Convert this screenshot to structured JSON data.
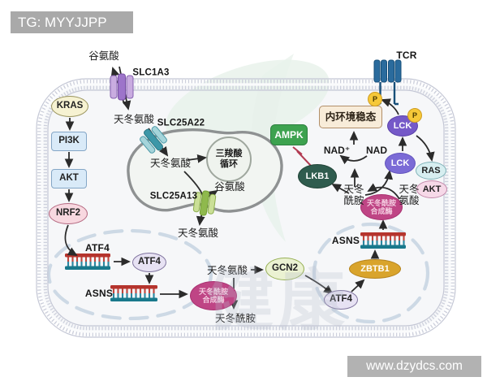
{
  "banner": {
    "tg": "TG: MYYJJPP"
  },
  "site": {
    "url": "www.dzydcs.com"
  },
  "watermark": {
    "center": "健康"
  },
  "molecules": {
    "glutamate_top": "谷氨酸",
    "slc1a3": "SLC1A3",
    "aspartate_in": "天冬氨酸",
    "slc25a22": "SLC25A22",
    "aspartate_mito": "天冬氨酸",
    "tca_l1": "三羧酸",
    "tca_l2": "循环",
    "glutamate_mito": "谷氨酸",
    "slc25a13": "SLC25A13",
    "aspartate_below": "天冬氨酸",
    "kras": "KRAS",
    "pi3k": "PI3K",
    "akt_left": "AKT",
    "nrf2": "NRF2",
    "atf4_gene": "ATF4",
    "atf4_left": "ATF4",
    "asns_left": "ASNS",
    "synthetase_l1": "天冬酰胺",
    "synthetase_l2": "合成酶",
    "aspartate_mid": "天冬氨酸",
    "asparagine_mid": "天冬酰胺",
    "gcn2": "GCN2",
    "atf4_right": "ATF4",
    "zbtb1": "ZBTB1",
    "asns_right": "ASNS",
    "ampk": "AMPK",
    "lkb1": "LKB1",
    "homeostasis": "内环境稳态",
    "nad_plus": "NAD⁺",
    "nad": "NAD",
    "asparagine_r_l1": "天冬",
    "asparagine_r_l2": "酰胺",
    "aspartate_r_l1": "天冬",
    "aspartate_r_l2": "氨酸",
    "lck_upper": "LCK",
    "lck_lower": "LCK",
    "ras": "RAS",
    "akt_right": "AKT",
    "tcr": "TCR",
    "phospho": "P"
  },
  "colors": {
    "banner_gray": "#a9a9a9",
    "membrane": "#c8cbd8",
    "mito_outline": "#8e9192",
    "nucleus_dash": "#cdd9e5",
    "ampk_green": "#3da24f",
    "lkb1_green": "#2f5c4e",
    "inhibit_red": "#b23b52",
    "synthetase_magenta": "#bf4585",
    "zbtb1_gold": "#d9a42c",
    "lck_purple": "#7559c8",
    "phospho_yellow": "#f6c838",
    "homeostasis_tan": "#f8ecd9",
    "dna_red": "#b5342d",
    "dna_teal": "#19798c",
    "tcr_blue": "#2a6b9d"
  }
}
